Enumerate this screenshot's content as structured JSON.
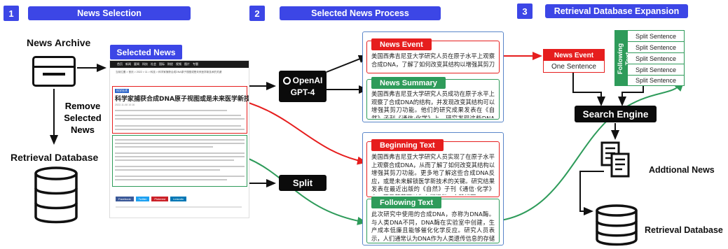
{
  "steps": {
    "s1": {
      "num": "1",
      "title": "News Selection"
    },
    "s2": {
      "num": "2",
      "title": "Selected News Process"
    },
    "s3": {
      "num": "3",
      "title": "Retrieval Database Expansion"
    }
  },
  "left": {
    "news_archive": "News  Archive",
    "remove_label": [
      "Remove",
      "Selected",
      "News"
    ],
    "retrieval_db": "Retrieval Database"
  },
  "selected_news": {
    "banner": "Selected News",
    "nav_items": [
      "首页",
      "新闻",
      "要闻",
      "科技",
      "社会",
      "国际",
      "财经",
      "视频",
      "图片",
      "专题"
    ],
    "breadcrumb": "当前位置 > 首页 > 2022 > 11 > 科技 > 科学家捕获合成DNA原子视图或是未来医学新技术的关键",
    "tag": "科学技术",
    "headline": "科学家捕获合成DNA原子视图或是未来医学新技术的关键",
    "date": "2022-11-08 10:16",
    "share": [
      "Facebook",
      "Twitter",
      "Pinterest",
      "LinkedIn"
    ]
  },
  "process": {
    "openai_name": "OpenAI",
    "gpt_name": "GPT-4",
    "split_name": "Split"
  },
  "cards": {
    "news_event": {
      "title": "News Event",
      "text": "美国西弗吉尼亚大学研究人员在原子水平上观察合成DNA，了解了如何改变其结构以增强其剪刀功能。"
    },
    "news_summary": {
      "title": "News Summary",
      "text": "美国西弗吉尼亚大学研究人员成功在原子水平上观察了合成DNA的结构，并发现改变其结构可以增强其剪刀功能。他们的研究成果发表在《自然》子刊《通信·化学》上。研究发现这些DNA可以折叠成复杂的形状，能够执行一系列生物过程的功能。"
    },
    "beginning_text": {
      "title": "Beginning Text",
      "text": "美国西弗吉尼亚大学研究人员实现了在原子水平上观察合成DNA，从而了解了如何改变其结构以增强其剪刀功能。更多地了解这些合成DNA反应，或是未来解锁医学新技术的关键。研究结果发表在最近出版的《自然》子刊《通信·化学》上。原子剪节可以为人们提供一个路线图。"
    },
    "following_text": {
      "title": "Following Text",
      "text": "此次研究中使用的合成DNA，亦称为DNA酶。与人类DNA不同，DNA酶在实验室中创建，生产成本低廉且能够催化化学反应。研究人员表示，人们通常认为DNA作为人类遗传信息的存储单元是惰性的。然而，在实验室中进化出的"
    }
  },
  "expansion": {
    "news_event_title": "News Event",
    "one_sentence": "One Sentence",
    "following_text_vertical": "Following Text",
    "split_sentences": [
      "Split Sentence",
      "Split Sentence",
      "Split Sentence",
      "Split Sentence",
      "Split Sentence"
    ],
    "search_engine": "Search Engine",
    "additional_news": "Addtional  News",
    "retrieval_db": "Retrieval Database"
  },
  "colors": {
    "accent_blue": "#3c46e6",
    "red": "#e61e1e",
    "green": "#2e9b5a",
    "panel_blue": "#5a86c9"
  }
}
